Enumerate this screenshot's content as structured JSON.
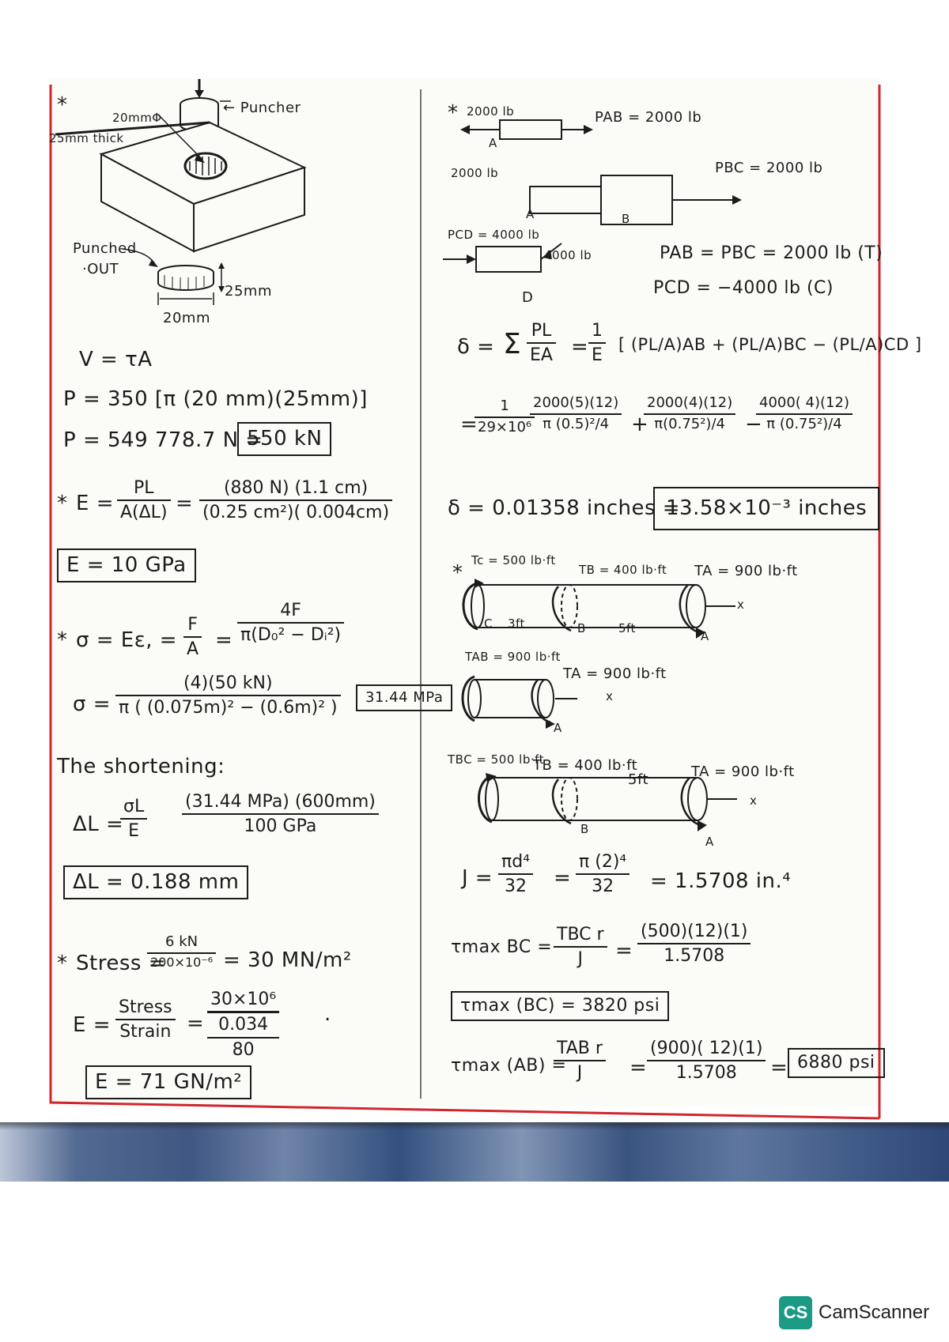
{
  "colors": {
    "margin": "#d0262e",
    "ink": "#1c1c1c",
    "brand": "#1b9b86"
  },
  "left": {
    "p1": {
      "star": "*",
      "label_20mm_top": "20mmΦ",
      "label_puncher": "← Puncher",
      "label_thick": "25mm thick",
      "label_punched": "Punched",
      "label_out": "·OUT",
      "label_25mm": "25mm",
      "label_20mm": "20mm",
      "eq_v": "V = τA",
      "eq_p1": "P = 350 [π (20 mm)(25mm)]",
      "eq_p2": "P = 549 778.7 N =",
      "ans": "550 kN"
    },
    "p2": {
      "star": "*",
      "lhs": "E =",
      "f1_num": "PL",
      "f1_den": "A(ΔL)",
      "eq": "=",
      "f2_num": "(880 N) (1.1 cm)",
      "f2_den": "(0.25 cm²)( 0.004cm)",
      "ans": "E = 10 GPa"
    },
    "p3": {
      "star": "*",
      "lhs": "σ = Eε, =",
      "f1_num": "F",
      "f1_den": "A",
      "eq": "=",
      "f2_num": "4F",
      "f2_den": "π(D₀² − Dᵢ²)",
      "sigma": "σ =",
      "f3_num": "(4)(50 kN)",
      "f3_den": "π ( (0.075m)² − (0.6m)² )",
      "ans": "31.44 MPa",
      "shortening": "The shortening:",
      "dl": "ΔL =",
      "f4_num": "σL",
      "f4_den": "E",
      "f5_num": "(31.44 MPa) (600mm)",
      "f5_den": "100 GPa",
      "ans2": "ΔL = 0.188 mm"
    },
    "p4": {
      "star": "*",
      "stress": "Stress =",
      "f1_num": "6 kN",
      "f1_den": "200×10⁻⁶",
      "eq1": "= 30 MN/m²",
      "e": "E =",
      "f2_num": "Stress",
      "f2_den": "Strain",
      "eq2": "=",
      "f3_num": "30×10⁶",
      "f3_mid": "0.034",
      "f3_den": "80",
      "dot": ".",
      "ans": "E = 71 GN/m²"
    }
  },
  "right": {
    "p5": {
      "star": "*",
      "f_left_top": "2000 lb",
      "label_a1": "A",
      "pab": "PAB = 2000 lb",
      "f_left_mid": "2000 lb",
      "pbc": "PBC = 2000 lb",
      "label_a2": "A",
      "label_b": "B",
      "pcd": "PCD = 4000 lb",
      "f_right_d": "4000 lb",
      "label_d": "D",
      "res1": "PAB = PBC = 2000 lb (T)",
      "res2": "PCD = −4000 lb (C)",
      "delta": "δ =",
      "sigma_sym": "Σ",
      "f1_num": "PL",
      "f1_den": "EA",
      "eq": "=",
      "f2_num": "1",
      "f2_den": "E",
      "bracket": "[ (PL/A)AB + (PL/A)BC − (PL/A)CD ]",
      "eq2": "=",
      "f3_num": "1",
      "f3_den": "29×10⁶",
      "t1_num": "2000(5)(12)",
      "t1_den": "π (0.5)²/4",
      "plus": "+",
      "t2_num": "2000(4)(12)",
      "t2_den": "π(0.75²)/4",
      "minus": "−",
      "t3_num": "4000( 4)(12)",
      "t3_den": "π (0.75²)/4",
      "result": "δ = 0.01358 inches =",
      "ans": "13.58×10⁻³ inches"
    },
    "p6": {
      "star": "*",
      "tc": "Tc = 500 lb·ft",
      "tb": "TB = 400 lb·ft",
      "ta": "TA = 900 lb·ft",
      "c": "C",
      "d1": "3ft",
      "b": "B",
      "d2": "5ft",
      "a": "A",
      "x": "x",
      "tab": "TAB = 900 lb·ft",
      "ta2": "TA = 900 lb·ft",
      "x2": "x",
      "a2": "A",
      "tbc": "TBC = 500 lb·ft",
      "tb3": "TB = 400 lb·ft",
      "d3": "5ft",
      "ta3": "TA = 900 lb·ft",
      "x3": "x",
      "b3": "B",
      "a3": "A",
      "j": "J =",
      "j_num": "πd⁴",
      "j_den": "32",
      "eq": "=",
      "j2_num": "π (2)⁴",
      "j2_den": "32",
      "j_res": "= 1.5708 in.⁴",
      "tmax_bc": "τmax BC =",
      "tbc_num": "TBC r",
      "tbc_den": "J",
      "eq2": "=",
      "tbc2_num": "(500)(12)(1)",
      "tbc2_den": "1.5708",
      "ans_bc": "τmax (BC) = 3820 psi",
      "tmax_ab": "τmax (AB) =",
      "tab_num": "TAB r",
      "tab_den": "J",
      "eq3": "=",
      "tab2_num": "(900)( 12)(1)",
      "tab2_den": "1.5708",
      "eq4": "=",
      "ans_ab": "6880 psi"
    }
  },
  "footer": {
    "logo_mark": "CS",
    "logo_text": "CamScanner"
  }
}
